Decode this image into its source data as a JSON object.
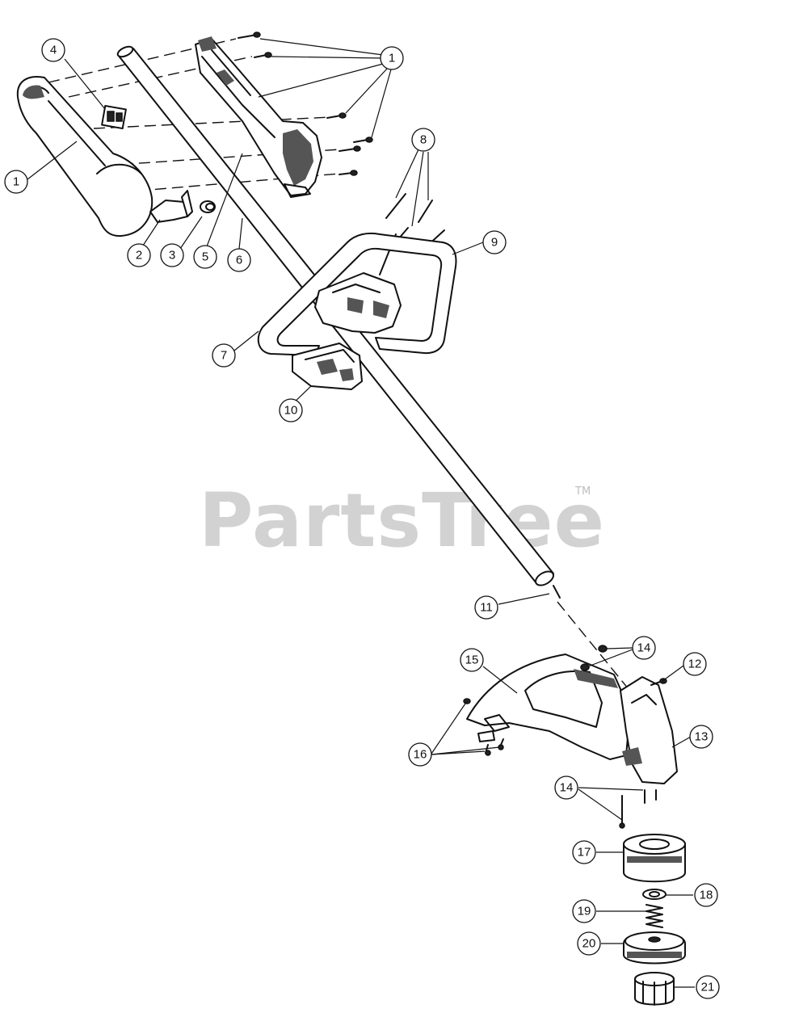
{
  "watermark": {
    "brand": "PartsTree",
    "trademark": "TM"
  },
  "callouts": [
    {
      "number": "1"
    },
    {
      "number": "1"
    },
    {
      "number": "2"
    },
    {
      "number": "3"
    },
    {
      "number": "4"
    },
    {
      "number": "5"
    },
    {
      "number": "6"
    },
    {
      "number": "7"
    },
    {
      "number": "8"
    },
    {
      "number": "9"
    },
    {
      "number": "10"
    },
    {
      "number": "11"
    },
    {
      "number": "12"
    },
    {
      "number": "13"
    },
    {
      "number": "14"
    },
    {
      "number": "14"
    },
    {
      "number": "15"
    },
    {
      "number": "16"
    },
    {
      "number": "17"
    },
    {
      "number": "18"
    },
    {
      "number": "19"
    },
    {
      "number": "20"
    },
    {
      "number": "21"
    }
  ]
}
